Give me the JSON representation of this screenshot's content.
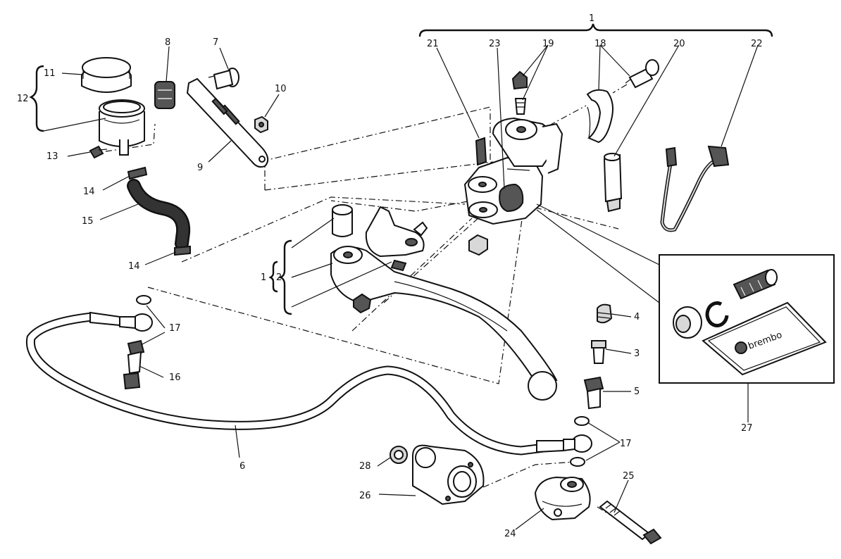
{
  "labels": {
    "l1": "1",
    "l1b": "1",
    "l2": "2",
    "l3": "3",
    "l4": "4",
    "l5": "5",
    "l6": "6",
    "l7": "7",
    "l8": "8",
    "l9": "9",
    "l10": "10",
    "l11": "11",
    "l12": "12",
    "l13": "13",
    "l14a": "14",
    "l14b": "14",
    "l15": "15",
    "l16": "16",
    "l17a": "17",
    "l17b": "17",
    "l18": "18",
    "l19": "19",
    "l20": "20",
    "l21": "21",
    "l22": "22",
    "l23": "23",
    "l24": "24",
    "l25": "25",
    "l26": "26",
    "l27": "27",
    "l28": "28"
  },
  "kit_logo": "brembo"
}
